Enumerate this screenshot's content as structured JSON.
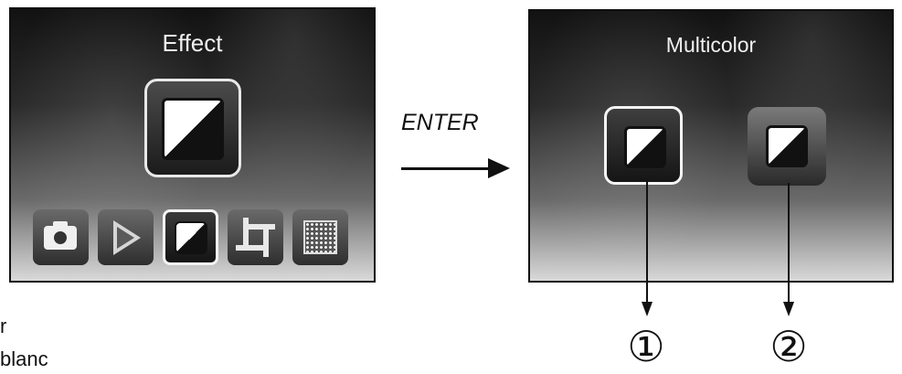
{
  "effect_screen": {
    "title": "Effect",
    "toolbar": [
      {
        "icon": "camera-icon",
        "active": false
      },
      {
        "icon": "play-icon",
        "active": false
      },
      {
        "icon": "multicolor-effect-icon",
        "active": true
      },
      {
        "icon": "crop-icon",
        "active": false
      },
      {
        "icon": "mosaic-icon",
        "active": false
      }
    ]
  },
  "transition": {
    "label": "ENTER"
  },
  "multicolor_screen": {
    "title": "Multicolor",
    "options": [
      {
        "icon": "multicolor-option-1-icon",
        "selected": true,
        "callout": "①"
      },
      {
        "icon": "multicolor-option-2-icon",
        "selected": false,
        "callout": "②"
      }
    ]
  },
  "side_text": [
    "r",
    "blanc"
  ]
}
